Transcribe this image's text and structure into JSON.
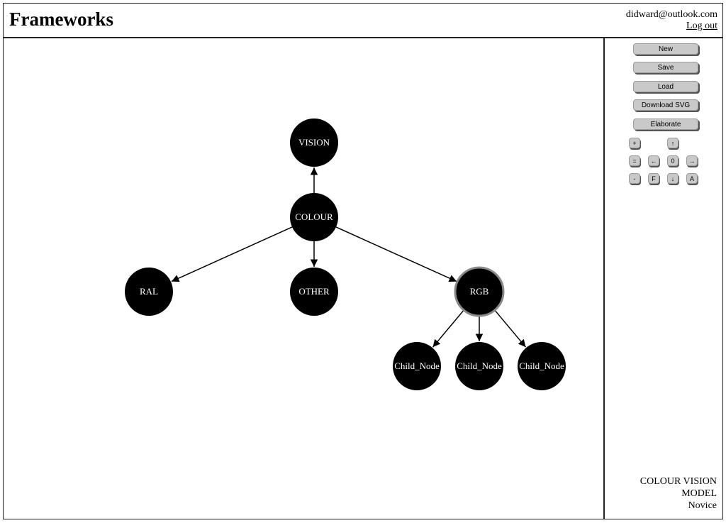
{
  "app": {
    "title": "Frameworks"
  },
  "user": {
    "email": "didward@outlook.com",
    "logout_label": "Log out"
  },
  "toolbar": {
    "buttons": [
      {
        "id": "new",
        "label": "New"
      },
      {
        "id": "save",
        "label": "Save"
      },
      {
        "id": "load",
        "label": "Load"
      },
      {
        "id": "download-svg",
        "label": "Download SVG"
      },
      {
        "id": "elaborate",
        "label": "Elaborate"
      }
    ],
    "controls": {
      "zoom_in": "+",
      "zoom_reset": "=",
      "zoom_out": "-",
      "pan_up": "↑",
      "pan_left": "←",
      "pan_center": "0",
      "pan_right": "→",
      "pan_down": "↓",
      "fit": "F",
      "auto": "A"
    }
  },
  "graph": {
    "colors": {
      "node_fill": "#000000",
      "label_color": "#ffffff",
      "selected_ring": "#888888"
    },
    "nodes": [
      {
        "id": "vision",
        "label": "VISION"
      },
      {
        "id": "colour",
        "label": "COLOUR"
      },
      {
        "id": "ral",
        "label": "RAL"
      },
      {
        "id": "other",
        "label": "OTHER"
      },
      {
        "id": "rgb",
        "label": "RGB",
        "selected": true
      },
      {
        "id": "child1",
        "label": "Child_Node"
      },
      {
        "id": "child2",
        "label": "Child_Node"
      },
      {
        "id": "child3",
        "label": "Child_Node"
      }
    ],
    "edges": [
      {
        "from": "colour",
        "to": "vision"
      },
      {
        "from": "colour",
        "to": "ral"
      },
      {
        "from": "colour",
        "to": "other"
      },
      {
        "from": "colour",
        "to": "rgb"
      },
      {
        "from": "rgb",
        "to": "child1"
      },
      {
        "from": "rgb",
        "to": "child2"
      },
      {
        "from": "rgb",
        "to": "child3"
      }
    ]
  },
  "model": {
    "name": "COLOUR VISION MODEL",
    "level": "Novice"
  }
}
